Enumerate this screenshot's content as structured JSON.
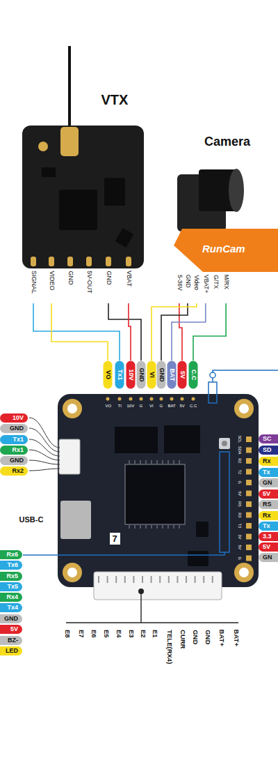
{
  "diagram": {
    "nodes": [
      {
        "text": [
          "VTX",
          "SIGNAL",
          "VIDEO",
          "GND",
          "5V-OUT",
          "GND",
          "VBAT"
        ]
      },
      {
        "text": [
          "Camera",
          "RunCam",
          "5-36V",
          "GND",
          "Video",
          "VBAT+",
          "G/TX",
          "M/RX"
        ]
      },
      {
        "text": [
          "VO"
        ]
      },
      {
        "text": [
          "Tx1"
        ]
      },
      {
        "text": [
          "10V"
        ]
      },
      {
        "text": [
          "GND"
        ]
      },
      {
        "text": [
          "VI"
        ]
      },
      {
        "text": [
          "GND"
        ]
      },
      {
        "text": [
          "BAT"
        ]
      },
      {
        "text": [
          "5V"
        ]
      },
      {
        "text": [
          "C.C"
        ]
      },
      {
        "text": [
          "10V"
        ]
      },
      {
        "text": [
          "GND"
        ]
      },
      {
        "text": [
          "Tx1"
        ]
      },
      {
        "text": [
          "Rx1"
        ]
      },
      {
        "text": [
          "GND"
        ]
      },
      {
        "text": [
          "Rx2"
        ]
      },
      {
        "text": [
          "SC"
        ]
      },
      {
        "text": [
          "SD"
        ]
      },
      {
        "text": [
          "Rx"
        ]
      },
      {
        "text": [
          "Tx"
        ]
      },
      {
        "text": [
          "GN"
        ]
      },
      {
        "text": [
          "5V"
        ]
      },
      {
        "text": [
          "RS"
        ]
      },
      {
        "text": [
          "Rx"
        ]
      },
      {
        "text": [
          "Tx"
        ]
      },
      {
        "text": [
          "3.3"
        ]
      },
      {
        "text": [
          "5V"
        ]
      },
      {
        "text": [
          "GN"
        ]
      },
      {
        "text": [
          "Rx6"
        ]
      },
      {
        "text": [
          "Tx6"
        ]
      },
      {
        "text": [
          "Rx5"
        ]
      },
      {
        "text": [
          "Tx5"
        ]
      },
      {
        "text": [
          "Rx4"
        ]
      },
      {
        "text": [
          "Tx4"
        ]
      },
      {
        "text": [
          "GND"
        ]
      },
      {
        "text": [
          "5V"
        ]
      },
      {
        "text": [
          "BZ-"
        ]
      },
      {
        "text": [
          "LED"
        ]
      }
    ],
    "edges": [
      {
        "from": 0,
        "to": 3,
        "arrow": "none"
      },
      {
        "from": 0,
        "to": 2,
        "arrow": "none"
      },
      {
        "from": 0,
        "to": 5,
        "arrow": "none"
      },
      {
        "from": 0,
        "to": 4,
        "arrow": "none"
      },
      {
        "from": 1,
        "to": 9,
        "arrow": "none"
      },
      {
        "from": 1,
        "to": 7,
        "arrow": "none"
      },
      {
        "from": 1,
        "to": 6,
        "arrow": "none"
      },
      {
        "from": 1,
        "to": 8,
        "arrow": "none"
      },
      {
        "from": 1,
        "to": 10,
        "arrow": "none"
      }
    ],
    "labels": [
      "USB-C",
      "7",
      "VO",
      "TI",
      "10V",
      "G",
      "VI",
      "G",
      "BAT",
      "5V",
      "C.C",
      "SCL",
      "SDA",
      "R2",
      "T2",
      "G",
      "5V",
      "RS",
      "R3",
      "T3",
      "3V",
      "5V",
      "G",
      "E8",
      "E7",
      "E6",
      "E5",
      "E4",
      "E3",
      "E2",
      "E1",
      "TELE(RX4)",
      "CURR",
      "GND",
      "GND",
      "BAT+",
      "BAT+"
    ]
  }
}
